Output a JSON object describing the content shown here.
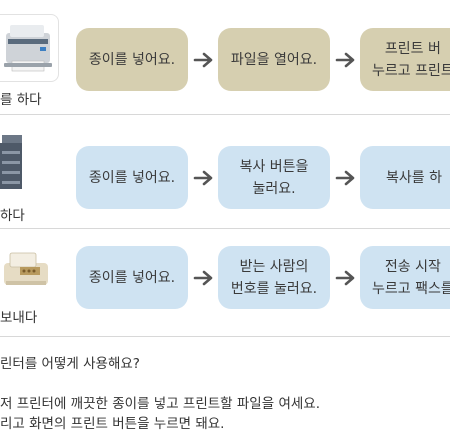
{
  "rows": [
    {
      "caption": "를 하다",
      "color": "#d6cfb0",
      "steps": [
        "종이를 넣어요.",
        "파일을 열어요.",
        "프린트 버\n누르고 프린트"
      ]
    },
    {
      "caption": " 하다",
      "color": "#cfe3f2",
      "steps": [
        "종이를 넣어요.",
        "복사 버튼을\n눌러요.",
        "복사를 하"
      ]
    },
    {
      "caption": "보내다",
      "color": "#cfe3f2",
      "steps": [
        "종이를 넣어요.",
        "받는 사람의\n번호를 눌러요.",
        "전송 시작\n누르고 팩스를"
      ]
    }
  ],
  "question": "린터를 어떻게 사용해요?",
  "answer_lines": [
    "저 프린터에 깨끗한 종이를 넣고 프린트할 파일을 여세요.",
    "리고 화면의 프린트 버튼을 누르면 돼요."
  ],
  "icons": [
    "printer-icon",
    "copier-icon",
    "fax-machine-icon",
    "arrow-right-icon"
  ]
}
